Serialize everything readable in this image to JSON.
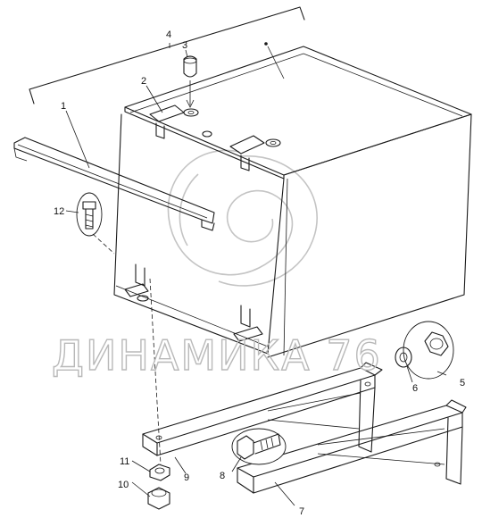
{
  "watermark": {
    "text": "ДИНАМИКА 76"
  },
  "labels": [
    {
      "id": "1",
      "text": "1"
    },
    {
      "id": "2",
      "text": "2"
    },
    {
      "id": "3",
      "text": "3"
    },
    {
      "id": "4",
      "text": "4"
    },
    {
      "id": "5",
      "text": "5"
    },
    {
      "id": "6",
      "text": "6"
    },
    {
      "id": "7",
      "text": "7"
    },
    {
      "id": "8",
      "text": "8"
    },
    {
      "id": "9",
      "text": "9"
    },
    {
      "id": "10",
      "text": "10"
    },
    {
      "id": "11",
      "text": "11"
    },
    {
      "id": "12",
      "text": "12"
    }
  ],
  "colors": {
    "line": "#1a1a1a",
    "watermark": "#b9b9b9",
    "background": "#ffffff"
  }
}
